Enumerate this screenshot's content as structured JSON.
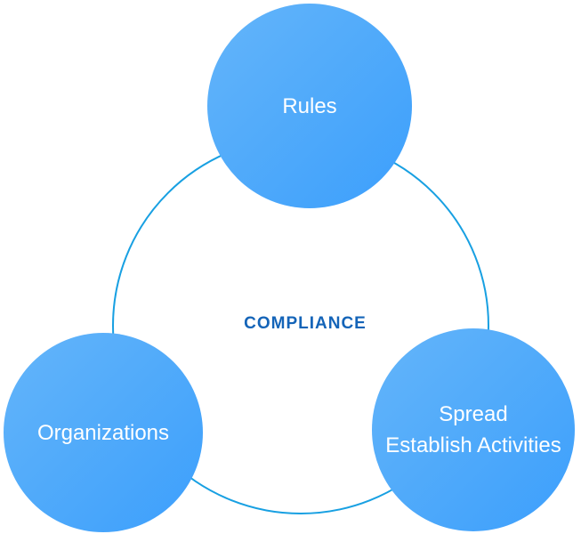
{
  "diagram": {
    "center_label": "COMPLIANCE",
    "nodes": [
      {
        "id": "rules",
        "label": "Rules"
      },
      {
        "id": "organizations",
        "label": "Organizations"
      },
      {
        "id": "spread-establish-activities",
        "lines": [
          "Spread",
          "Establish Activities"
        ]
      }
    ],
    "colors": {
      "circle_gradient_start": "#64B5F9",
      "circle_gradient_end": "#3C9FFC",
      "ring_stroke": "#18A0E2",
      "center_label_color": "#1464B8",
      "node_text_color": "#FFFFFF",
      "background": "#FFFFFF"
    }
  }
}
